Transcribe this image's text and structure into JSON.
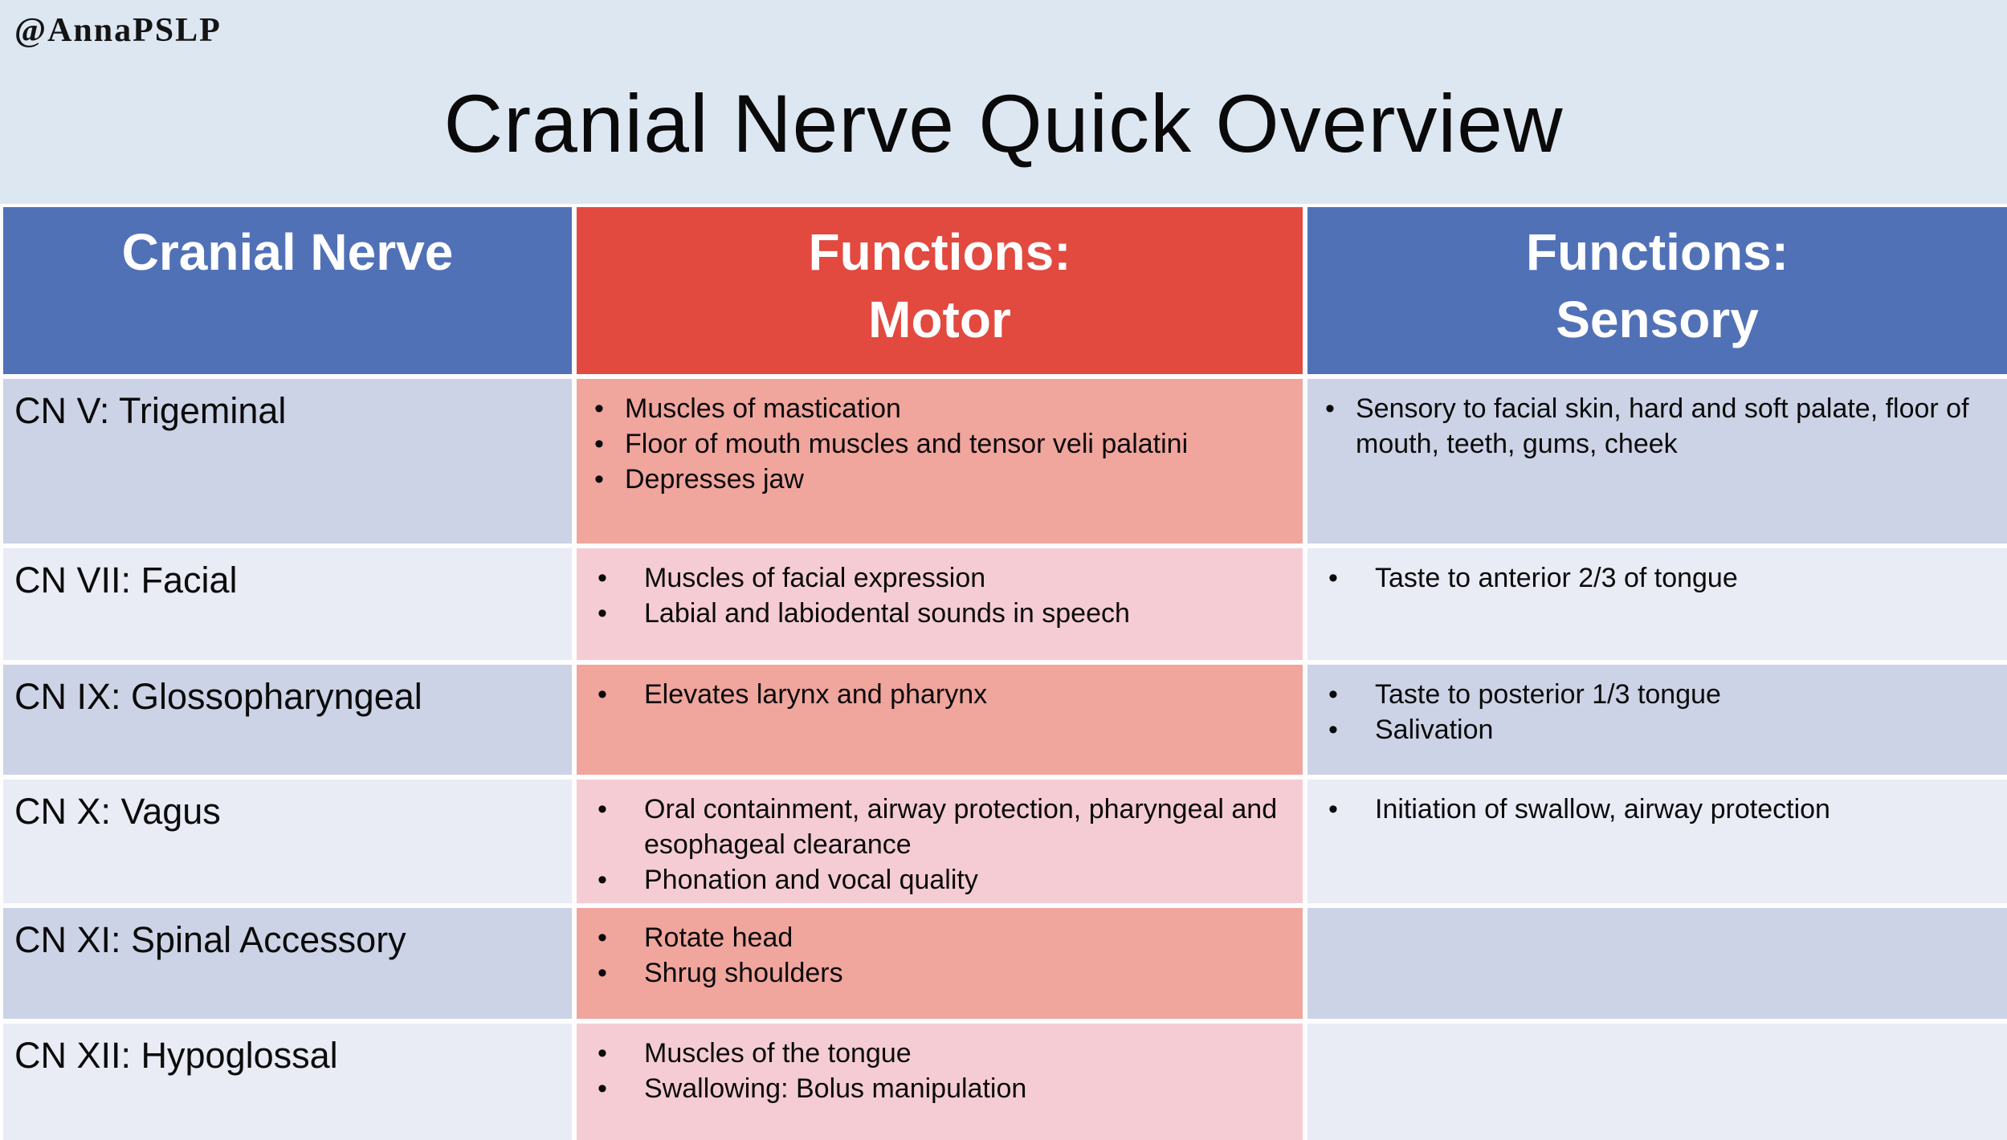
{
  "page": {
    "handle": "@AnnaPSLP",
    "title": "Cranial Nerve Quick Overview"
  },
  "table": {
    "headers": [
      {
        "label": "Cranial Nerve"
      },
      {
        "label": "Functions:\nMotor"
      },
      {
        "label": "Functions:\nSensory"
      }
    ],
    "rows": [
      {
        "nerve": "CN V: Trigeminal",
        "motor": [
          "Muscles of mastication",
          "Floor of mouth muscles and tensor veli palatini",
          "Depresses jaw"
        ],
        "sensory": [
          "Sensory to facial skin, hard and soft palate, floor of mouth, teeth, gums, cheek"
        ]
      },
      {
        "nerve": "CN VII: Facial",
        "motor": [
          "Muscles of facial expression",
          "Labial and labiodental sounds in speech"
        ],
        "sensory": [
          "Taste to anterior 2/3 of tongue"
        ]
      },
      {
        "nerve": "CN IX: Glossopharyngeal",
        "motor": [
          "Elevates larynx and pharynx"
        ],
        "sensory": [
          "Taste to posterior 1/3 tongue",
          "Salivation"
        ]
      },
      {
        "nerve": "CN X: Vagus",
        "motor": [
          "Oral containment, airway protection, pharyngeal and esophageal clearance",
          "Phonation and vocal quality"
        ],
        "sensory": [
          "Initiation of swallow, airway protection"
        ]
      },
      {
        "nerve": "CN XI: Spinal Accessory",
        "motor": [
          "Rotate head",
          "Shrug shoulders"
        ],
        "sensory": []
      },
      {
        "nerve": "CN XII: Hypoglossal",
        "motor": [
          "Muscles of the tongue",
          "Swallowing: Bolus manipulation"
        ],
        "sensory": []
      }
    ]
  },
  "colors": {
    "page_bg": "#dde7f2",
    "gap_color": "#fdfdfe",
    "header_blue": "#5171b7",
    "header_red": "#e2493f",
    "header_text": "#ffffff",
    "row_lavender": "#cdd3e6",
    "row_light": "#e9ebf5",
    "motor_salmon": "#f0a59d",
    "motor_pink": "#f5ccd4",
    "body_text": "#0b0b0b"
  }
}
